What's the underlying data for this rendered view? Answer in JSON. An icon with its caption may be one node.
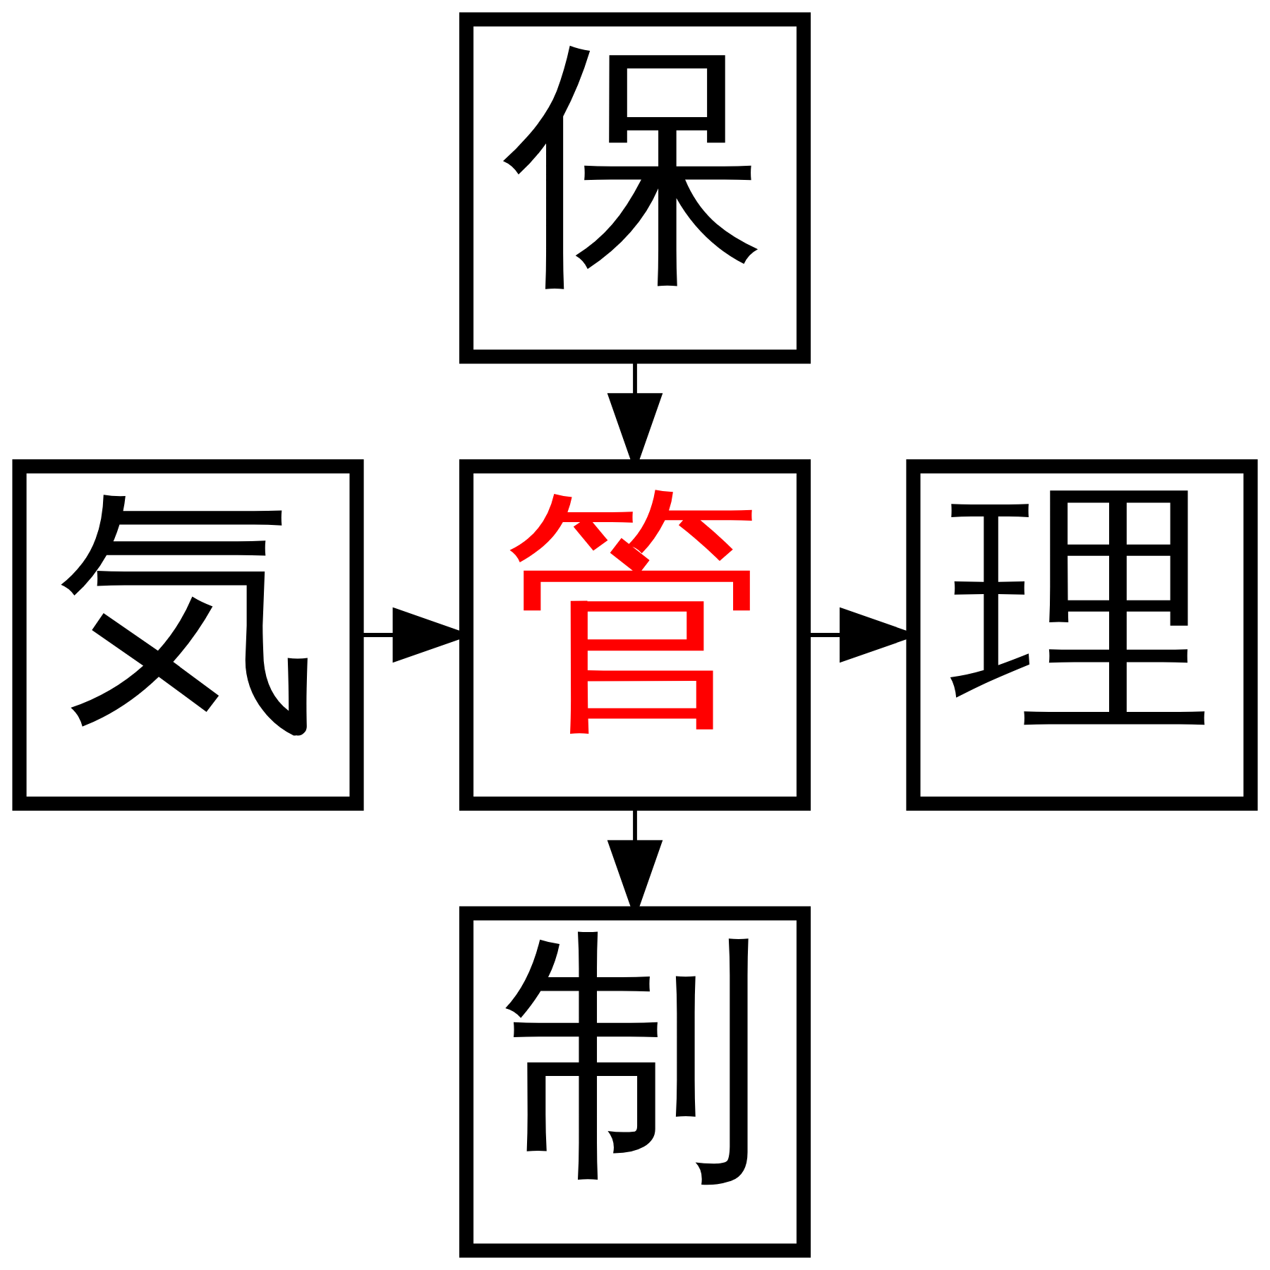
{
  "diagram": {
    "nodes": [
      {
        "text": [
          "保"
        ]
      },
      {
        "text": [
          "気"
        ]
      },
      {
        "text": [
          "管"
        ]
      },
      {
        "text": [
          "理"
        ]
      },
      {
        "text": [
          "制"
        ]
      }
    ],
    "edges": [
      {
        "from": 0,
        "to": 2,
        "arrow": "to"
      },
      {
        "from": 1,
        "to": 2,
        "arrow": "to"
      },
      {
        "from": 2,
        "to": 3,
        "arrow": "to"
      },
      {
        "from": 2,
        "to": 4,
        "arrow": "to"
      }
    ]
  }
}
